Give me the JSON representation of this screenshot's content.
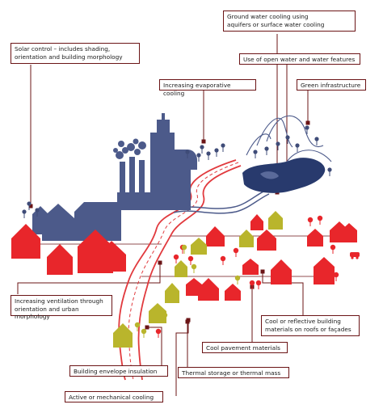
{
  "colors": {
    "leader": "#6b1416",
    "red_building": "#e8262b",
    "blue_building": "#4c5a8a",
    "olive_building": "#b9b52c",
    "road": "#e13a3e",
    "water": "#283a6d",
    "tree": "#3f4c78"
  },
  "labels": {
    "ground_water": "Ground water cooling using\naquifers or surface water cooling",
    "solar_control": "Solar control – includes shading,\norientation and building morphology",
    "open_water": "Use of open water and water features",
    "evaporative": "Increasing evaporative cooling",
    "green_infra": "Green infrastructure",
    "ventilation": "Increasing ventilation through\norientation and urban morphology",
    "reflective": "Cool or reflective building\nmaterials on roofs or façades",
    "pavement": "Cool pavement materials",
    "envelope": "Building envelope insulation",
    "thermal": "Thermal storage or thermal mass",
    "active": "Active or mechanical cooling"
  }
}
